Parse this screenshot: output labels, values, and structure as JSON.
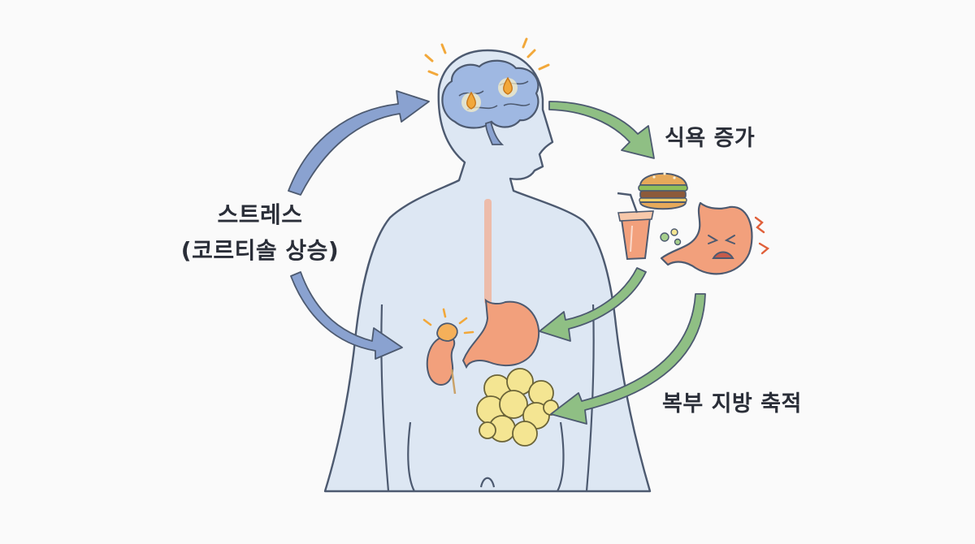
{
  "labels": {
    "stress_line1": "스트레스",
    "stress_line2": "(코르티솔 상승)",
    "appetite": "식욕 증가",
    "fat": "복부 지방 축적"
  },
  "colors": {
    "background": "#fafafa",
    "body_fill": "#dde7f3",
    "body_outline": "#4d5a70",
    "arrow_blue": "#8aa2d0",
    "arrow_green": "#8fbf84",
    "brain": "#9fb8e2",
    "stomach": "#f2a07c",
    "adrenal": "#f5b05a",
    "fat": "#f4e592",
    "spark": "#f2a83a",
    "text": "#2a2e38"
  },
  "icons": [
    "brain-icon",
    "burger-icon",
    "soda-cup-icon",
    "sick-stomach-icon",
    "stomach-icon",
    "adrenal-gland-icon",
    "fat-cells-icon"
  ]
}
